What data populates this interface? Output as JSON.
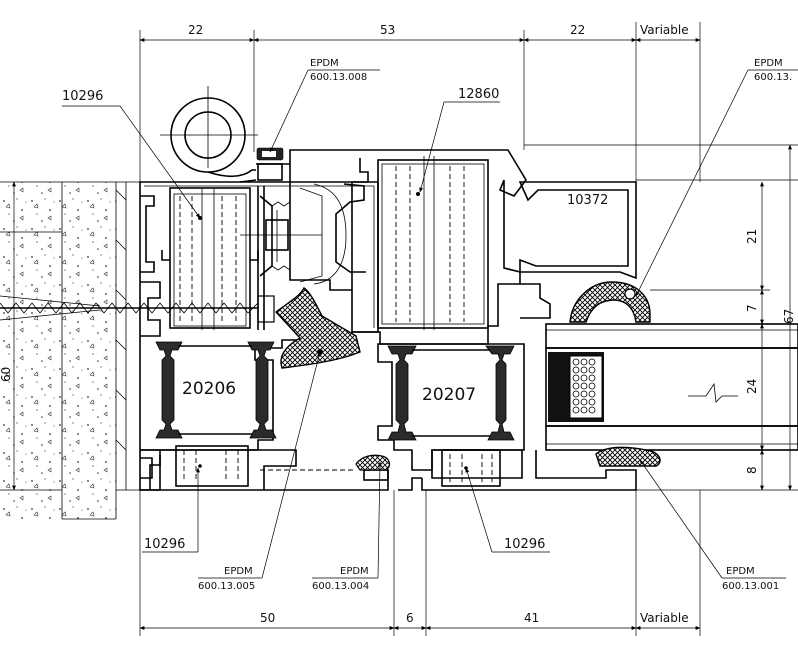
{
  "dimensions": {
    "top": [
      "22",
      "53",
      "22",
      "Variable"
    ],
    "bottom": [
      "50",
      "6",
      "41",
      "Variable"
    ],
    "right": [
      "21",
      "7",
      "24",
      "8"
    ],
    "right_total": "67",
    "left": "60"
  },
  "profiles": [
    "10296",
    "12860",
    "10372",
    "20206",
    "20207"
  ],
  "bottom_profiles": [
    "10296",
    "10296"
  ],
  "gaskets": [
    {
      "material": "EPDM",
      "code": "600.13.008"
    },
    {
      "material": "EPDM",
      "code": "600.13."
    },
    {
      "material": "EPDM",
      "code": "600.13.005"
    },
    {
      "material": "EPDM",
      "code": "600.13.004"
    },
    {
      "material": "EPDM",
      "code": "600.13.001"
    }
  ]
}
